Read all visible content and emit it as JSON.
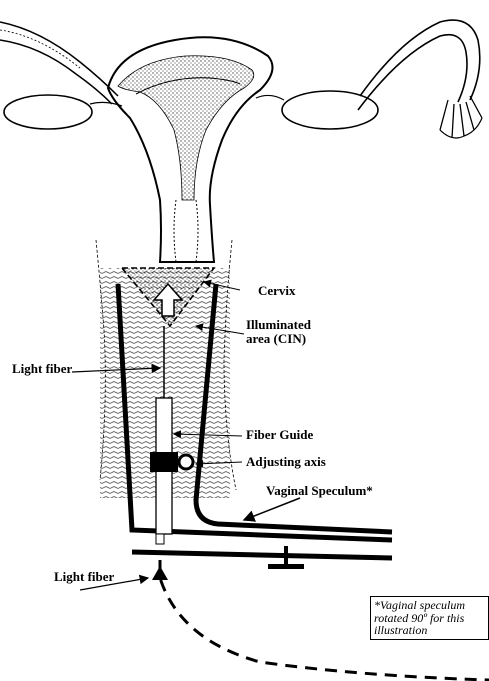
{
  "labels": {
    "cervix": "Cervix",
    "illuminated_line1": "Illuminated",
    "illuminated_line2": "area (CIN)",
    "light_fiber_top": "Light fiber",
    "fiber_guide": "Fiber Guide",
    "adjusting_axis": "Adjusting axis",
    "vaginal_speculum": "Vaginal Speculum*",
    "light_fiber_bottom": "Light fiber"
  },
  "note": {
    "line1": "*Vaginal speculum",
    "line2": "rotated 90º for this",
    "line3": "illustration"
  }
}
